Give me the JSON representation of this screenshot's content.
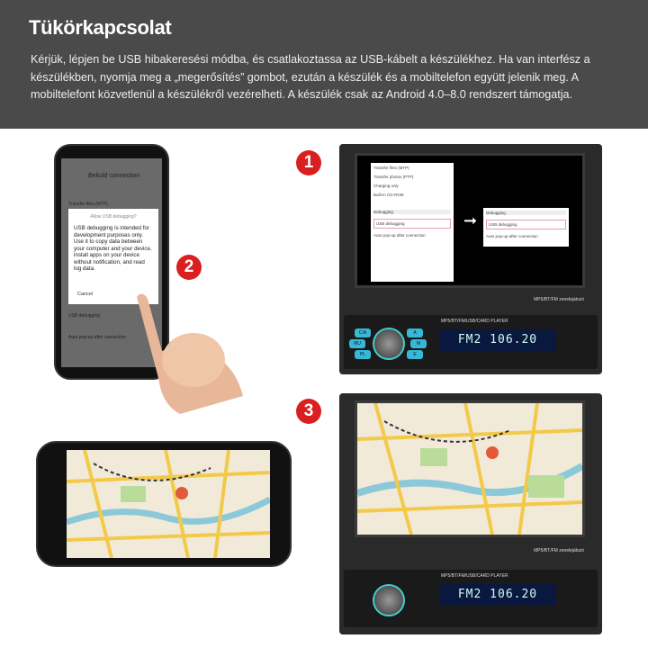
{
  "header": {
    "title": "Tükörkapcsolat",
    "body": "Kérjük, lépjen be USB hibakeresési módba, és csatlakoztassa az USB-kábelt a készülékhez. Ha van interfész a készülékben, nyomja meg a „megerősítés” gombot, ezután a készülék és a mobiltelefon együtt jelenik meg. A mobiltelefont közvetlenül a készülékről vezérelheti. A készülék csak az Android 4.0–8.0 rendszert támogatja."
  },
  "steps": [
    "1",
    "2",
    "3"
  ],
  "phone_dialog": {
    "topbar": "Bekuld connection",
    "title": "Allow USB debugging?",
    "body": "USB debugging is intended for development purposes only. Use it to copy data between your computer and your device, install apps on your device without notification, and read log data.",
    "cancel": "Cancel",
    "bg_items": [
      "Transfer files (MTP)",
      "USB debugging",
      "Auto pop-up after connection"
    ]
  },
  "usb_menu": {
    "items": [
      "Transfer files (MTP)",
      "Transfer photos (PTP)",
      "Charging only",
      "Built-in CD-ROM"
    ],
    "section": "Debugging",
    "usb_debugging": "USB debugging",
    "auto_popup": "Auto pop-up after connection"
  },
  "unit": {
    "model_label": "MP5/BT/FM zenelejátszó",
    "player_label": "MP5/BT/FM/USB/CARD PLAYER",
    "display": "FM2 106.20",
    "buttons": [
      "C/A",
      "MU",
      "PL",
      "A",
      "M",
      "E"
    ]
  },
  "colors": {
    "header_bg": "#4a4a4a",
    "step_red": "#d91f1f",
    "button_cyan": "#37b9d6"
  }
}
